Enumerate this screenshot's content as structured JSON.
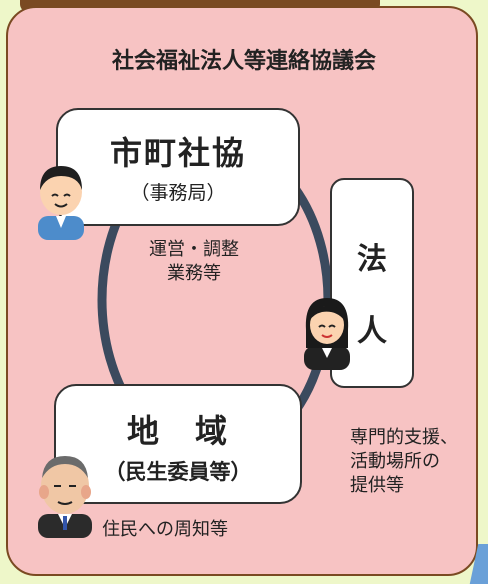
{
  "title": "社会福祉法人等連絡協議会",
  "nodes": {
    "city": {
      "main": "市町社協",
      "sub": "（事務局）"
    },
    "corporation": {
      "char1": "法",
      "char2": "人"
    },
    "area": {
      "main": "地　域",
      "sub": "（民生委員等）"
    }
  },
  "edge_labels": {
    "operations": [
      "運営・調整",
      "業務等"
    ],
    "expert_support": [
      "専門的支援、",
      "活動場所の",
      "提供等"
    ],
    "resident_notice": "住民への周知等"
  },
  "colors": {
    "background": "#eef7c9",
    "panel": "#f7c3c3",
    "border": "#7a4a22",
    "ring": "#3b4a5e"
  }
}
